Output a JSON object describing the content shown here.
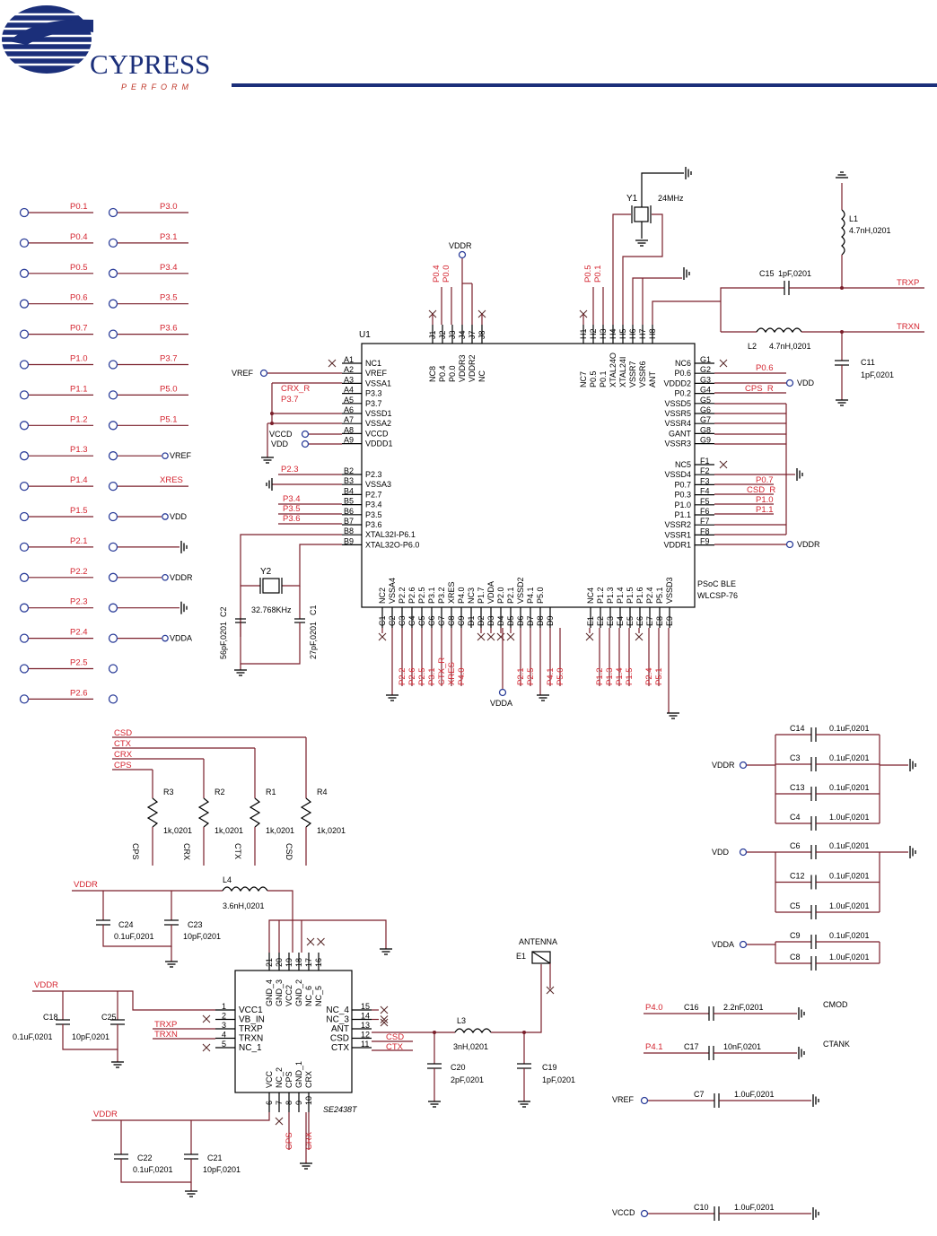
{
  "header": {
    "logo_text": "CYPRESS",
    "logo_tagline": "PERFORM"
  },
  "colors": {
    "brand_navy": "#1b2f7a",
    "net_red": "#d4242f",
    "wire": "#7a1f2a",
    "port_blue": "#2d3f9a"
  },
  "test_points_left": [
    "P0.1",
    "P0.4",
    "P0.5",
    "P0.6",
    "P0.7",
    "P1.0",
    "P1.1",
    "P1.2",
    "P1.3",
    "P1.4",
    "P1.5",
    "P2.1",
    "P2.2",
    "P2.3",
    "P2.4",
    "P2.5",
    "P2.6"
  ],
  "test_points_right": [
    "P3.0",
    "P3.1",
    "P3.4",
    "P3.5",
    "P3.6",
    "P3.7",
    "P5.0",
    "P5.1",
    "",
    "XRES",
    "",
    "",
    "",
    "",
    "",
    "",
    ""
  ],
  "test_points_right_ports": [
    "",
    "",
    "",
    "",
    "",
    "",
    "",
    "",
    "VREF",
    "",
    "VDD",
    "",
    "VDDR",
    "",
    "VDDA",
    "",
    ""
  ],
  "u1": {
    "ref": "U1",
    "part": "PSoC BLE",
    "package": "WLCSP-76",
    "left_balls": [
      "A1",
      "A2",
      "A3",
      "A4",
      "A5",
      "A6",
      "A7",
      "A8",
      "A9",
      "B2",
      "B3",
      "B4",
      "B5",
      "B6",
      "B7",
      "B8",
      "B9"
    ],
    "left_names": [
      "NC1",
      "VREF",
      "VSSA1",
      "P3.3",
      "P3.7",
      "VSSD1",
      "VSSA2",
      "VCCD",
      "VDDD1",
      "P2.3",
      "VSSA3",
      "P2.7",
      "P3.4",
      "P3.5",
      "P3.6",
      "XTAL32I-P6.1",
      "XTAL32O-P6.0"
    ],
    "right_balls": [
      "G1",
      "G2",
      "G3",
      "G4",
      "G5",
      "G6",
      "G7",
      "G8",
      "G9",
      "F1",
      "F2",
      "F3",
      "F4",
      "F5",
      "F6",
      "F7",
      "F8",
      "F9"
    ],
    "right_names": [
      "NC6",
      "P0.6",
      "VDDD2",
      "P0.2",
      "VSSD5",
      "VSSR5",
      "VSSR4",
      "GANT",
      "VSSR3",
      "NC5",
      "VSSD4",
      "P0.7",
      "P0.3",
      "P1.0",
      "P1.1",
      "VSSR2",
      "VSSR1",
      "VDDR1"
    ],
    "top_left_balls": [
      "J1",
      "J2",
      "J3",
      "J4",
      "J7",
      "J8"
    ],
    "top_left_names": [
      "NC8",
      "P0.4",
      "P0.0",
      "VDDR3",
      "VDDR2",
      "NC"
    ],
    "top_right_balls": [
      "H1",
      "H2",
      "H3",
      "H4",
      "H5",
      "H6",
      "H7",
      "H8"
    ],
    "top_right_names": [
      "NC7",
      "P0.5",
      "P0.1",
      "XTAL24O",
      "XTAL24I",
      "VSSR7",
      "VSSR6",
      "ANT"
    ],
    "bottom_balls": [
      "C1",
      "C2",
      "C3",
      "C4",
      "C5",
      "C6",
      "C7",
      "C8",
      "C9",
      "D1",
      "D2",
      "D3",
      "D4",
      "D5",
      "D6",
      "D7",
      "D8",
      "D9",
      "E1",
      "E2",
      "E3",
      "E4",
      "E5",
      "E6",
      "E7",
      "E8",
      "E9"
    ],
    "bottom_names": [
      "NC2",
      "VSSA4",
      "P2.2",
      "P2.6",
      "P2.5",
      "P3.1",
      "P3.2",
      "XRES",
      "P4.0",
      "NC3",
      "P1.7",
      "VDDA",
      "P2.0",
      "P2.1",
      "VSSD2",
      "P4.1",
      "P5.0",
      "",
      "NC4",
      "P1.2",
      "P1.3",
      "P1.4",
      "P1.5",
      "P1.6",
      "P2.4",
      "P5.1",
      "VSSD3"
    ],
    "left_nets": [
      "",
      "VREF",
      "",
      "CRX_R",
      "",
      "",
      "",
      "VCCD",
      "VDD",
      "P2.3",
      "",
      "",
      "P3.4",
      "P3.5",
      "P3.6",
      "",
      ""
    ],
    "left_extra": "P3.7",
    "right_nets": [
      "",
      "P0.6",
      "VDD",
      "CPS_R",
      "",
      "",
      "",
      "",
      "",
      "",
      "",
      "P0.7",
      "CSD_R",
      "P1.0",
      "P1.1",
      "",
      "",
      "VDDR"
    ],
    "top_nets": [
      "P0.4",
      "P0.0",
      "P0.5",
      "P0.1"
    ],
    "bottom_nets": [
      "P2.2",
      "P2.6",
      "P2.5",
      "P3.1",
      "CTX_R",
      "XRES",
      "P4.0",
      "P2.1",
      "P2.5",
      "P4.1",
      "P5.0",
      "P1.2",
      "P1.3",
      "P1.4",
      "P1.5",
      "P2.4",
      "P5.1"
    ]
  },
  "top_labels": {
    "vddr": "VDDR",
    "vdda": "VDDA",
    "vref": "VREF"
  },
  "y1": {
    "ref": "Y1",
    "value": "24MHz"
  },
  "y2": {
    "ref": "Y2",
    "value": "32.768KHz"
  },
  "c1": {
    "ref": "C1",
    "value": "27pF,0201"
  },
  "c2": {
    "ref": "C2",
    "value": "56pF,0201"
  },
  "l1": {
    "ref": "L1",
    "value": "4.7nH,0201"
  },
  "l2": {
    "ref": "L2",
    "value": "4.7nH,0201"
  },
  "c15": {
    "ref": "C15",
    "value": "1pF,0201"
  },
  "c11": {
    "ref": "C11",
    "value": "1pF,0201"
  },
  "trxp": "TRXP",
  "trxn": "TRXN",
  "resistors": [
    {
      "ref": "R3",
      "value": "1k,0201",
      "net_top": "CPS",
      "net_bot": "CPS"
    },
    {
      "ref": "R2",
      "value": "1k,0201",
      "net_top": "CRX",
      "net_bot": "CRX"
    },
    {
      "ref": "R1",
      "value": "1k,0201",
      "net_top": "CTX",
      "net_bot": "CTX"
    },
    {
      "ref": "R4",
      "value": "1k,0201",
      "net_top": "CSD",
      "net_bot": "CSD"
    }
  ],
  "l4": {
    "ref": "L4",
    "value": "3.6nH,0201"
  },
  "l3": {
    "ref": "L3",
    "value": "3nH,0201"
  },
  "c24": {
    "ref": "C24",
    "value": "0.1uF,0201"
  },
  "c23": {
    "ref": "C23",
    "value": "10pF,0201"
  },
  "c18": {
    "ref": "C18",
    "value": "0.1uF,0201"
  },
  "c25": {
    "ref": "C25",
    "value": "10pF,0201"
  },
  "c22": {
    "ref": "C22",
    "value": "0.1uF,0201"
  },
  "c21": {
    "ref": "C21",
    "value": "10pF,0201"
  },
  "c20": {
    "ref": "C20",
    "value": "2pF,0201"
  },
  "c19": {
    "ref": "C19",
    "value": "1pF,0201"
  },
  "antenna": {
    "label": "ANTENNA",
    "ref": "E1"
  },
  "se": {
    "part": "SE2438T",
    "left_pins": [
      "1",
      "2",
      "3",
      "4",
      "5"
    ],
    "left_names": [
      "VCC1",
      "VB_IN",
      "TRXP",
      "TRXN",
      "NC_1"
    ],
    "left_nets": [
      "",
      "",
      "TRXP",
      "TRXN",
      ""
    ],
    "right_pins": [
      "15",
      "14",
      "13",
      "12",
      "11"
    ],
    "right_names": [
      "NC_4",
      "NC_3",
      "ANT",
      "CSD",
      "CTX"
    ],
    "right_nets": [
      "",
      "",
      "",
      "CSD",
      "CTX"
    ],
    "top_pins": [
      "21",
      "20",
      "19",
      "18",
      "17",
      "16"
    ],
    "top_names": [
      "GND_4",
      "GND_3",
      "VCC2",
      "GND_2",
      "NC_6",
      "NC_5"
    ],
    "bot_pins": [
      "6",
      "7",
      "8",
      "9",
      "10"
    ],
    "bot_names": [
      "VCC",
      "NC_2",
      "CPS",
      "GND_1",
      "CRX"
    ],
    "bot_nets": [
      "CPS",
      "CRX"
    ]
  },
  "power_labels": {
    "vddr": "VDDR",
    "vdd": "VDD",
    "vdda": "VDDA",
    "vref": "VREF",
    "vccd": "VCCD"
  },
  "decoupling": [
    {
      "group": "VDDR",
      "caps": [
        {
          "ref": "C14",
          "value": "0.1uF,0201"
        },
        {
          "ref": "C3",
          "value": "0.1uF,0201"
        },
        {
          "ref": "C13",
          "value": "0.1uF,0201"
        },
        {
          "ref": "C4",
          "value": "1.0uF,0201"
        }
      ]
    },
    {
      "group": "VDD",
      "caps": [
        {
          "ref": "C6",
          "value": "0.1uF,0201"
        },
        {
          "ref": "C12",
          "value": "0.1uF,0201"
        },
        {
          "ref": "C5",
          "value": "1.0uF,0201"
        }
      ]
    },
    {
      "group": "VDDA",
      "caps": [
        {
          "ref": "C9",
          "value": "0.1uF,0201"
        },
        {
          "ref": "C8",
          "value": "1.0uF,0201"
        }
      ]
    }
  ],
  "cmod": {
    "net": "P4.0",
    "ref": "C16",
    "value": "2.2nF,0201",
    "label": "CMOD"
  },
  "ctank": {
    "net": "P4.1",
    "ref": "C17",
    "value": "10nF,0201",
    "label": "CTANK"
  },
  "c7": {
    "ref": "C7",
    "value": "1.0uF,0201"
  },
  "c10": {
    "ref": "C10",
    "value": "1.0uF,0201"
  }
}
